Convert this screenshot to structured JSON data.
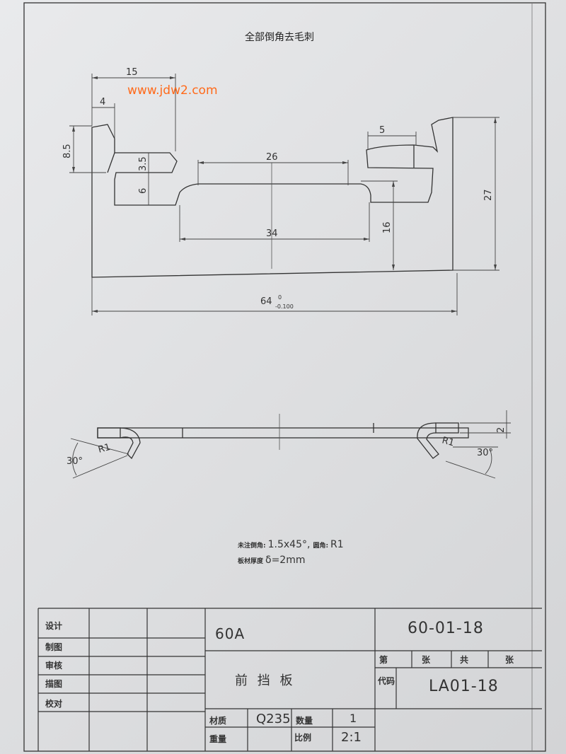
{
  "header_note": "全部倒角去毛刺",
  "watermark": "www.jdw2.com",
  "dimensions": {
    "d15": "15",
    "d4": "4",
    "d8_5": "8.5",
    "d3_5": "3.5",
    "d6": "6",
    "d26": "26",
    "d34": "34",
    "d16": "16",
    "d5": "5",
    "d27": "27",
    "d64": "64",
    "tol_upper": "0",
    "tol_lower": "-0.100",
    "d2": "2",
    "r_left": "R1",
    "r_right": "R1",
    "ang_left": "30°",
    "ang_right": "30°"
  },
  "notes": {
    "line1_label": "未注倒角:",
    "line1_value": "1.5x45°,",
    "line1_label2": "圆角:",
    "line1_value2": "R1",
    "line2_label": "板材厚度",
    "line2_value": "δ=2mm"
  },
  "title_block": {
    "roles": [
      "设计",
      "制图",
      "审核",
      "描图",
      "校对"
    ],
    "model": "60A",
    "drawing_number": "60-01-18",
    "sheet_info": [
      "第",
      "张",
      "共",
      "张"
    ],
    "code_label": "代码",
    "code_value": "LA01-18",
    "part_name": "前 挡 板",
    "material_label": "材质",
    "material_value": "Q235",
    "quantity_label": "数量",
    "quantity_value": "1",
    "weight_label": "重量",
    "scale_label": "比例",
    "scale_value": "2:1"
  }
}
